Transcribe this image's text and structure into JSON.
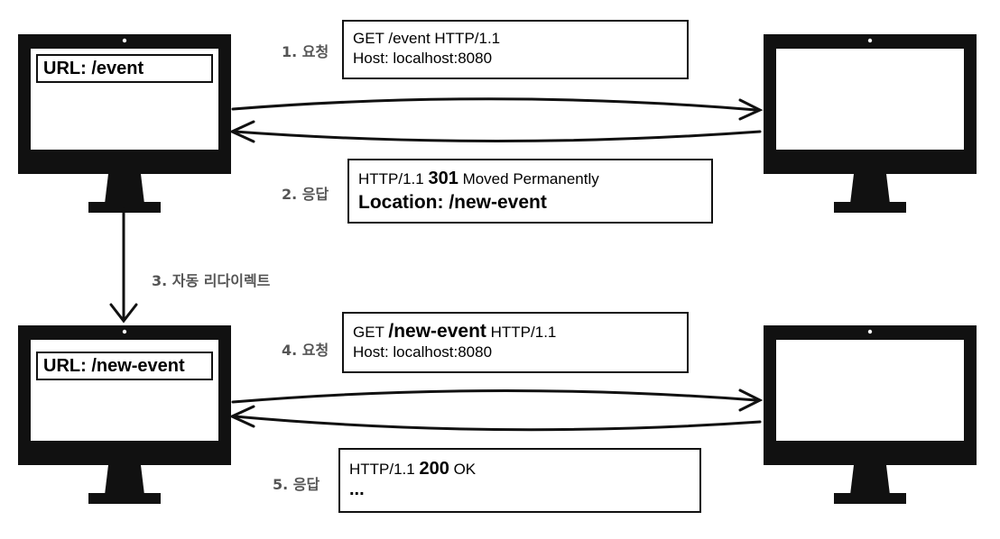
{
  "client_top": {
    "url_text": "URL: /event"
  },
  "client_bottom": {
    "url_text": "URL: /new-event"
  },
  "steps": {
    "s1": "1. 요청",
    "s2": "2. 응답",
    "s3": "3. 자동 리다이렉트",
    "s4": "4. 요청",
    "s5": "5. 응답"
  },
  "req1": {
    "line1": "GET /event HTTP/1.1",
    "line2": "Host: localhost:8080"
  },
  "res1": {
    "line1_prefix": "HTTP/1.1 ",
    "line1_code": "301",
    "line1_suffix": " Moved Permanently",
    "line2": "Location: /new-event"
  },
  "req2": {
    "line1_prefix": "GET ",
    "line1_path": "/new-event",
    "line1_suffix": " HTTP/1.1",
    "line2": "Host: localhost:8080"
  },
  "res2": {
    "line1_prefix": "HTTP/1.1 ",
    "line1_code": "200",
    "line1_suffix": " OK",
    "line2": "..."
  }
}
